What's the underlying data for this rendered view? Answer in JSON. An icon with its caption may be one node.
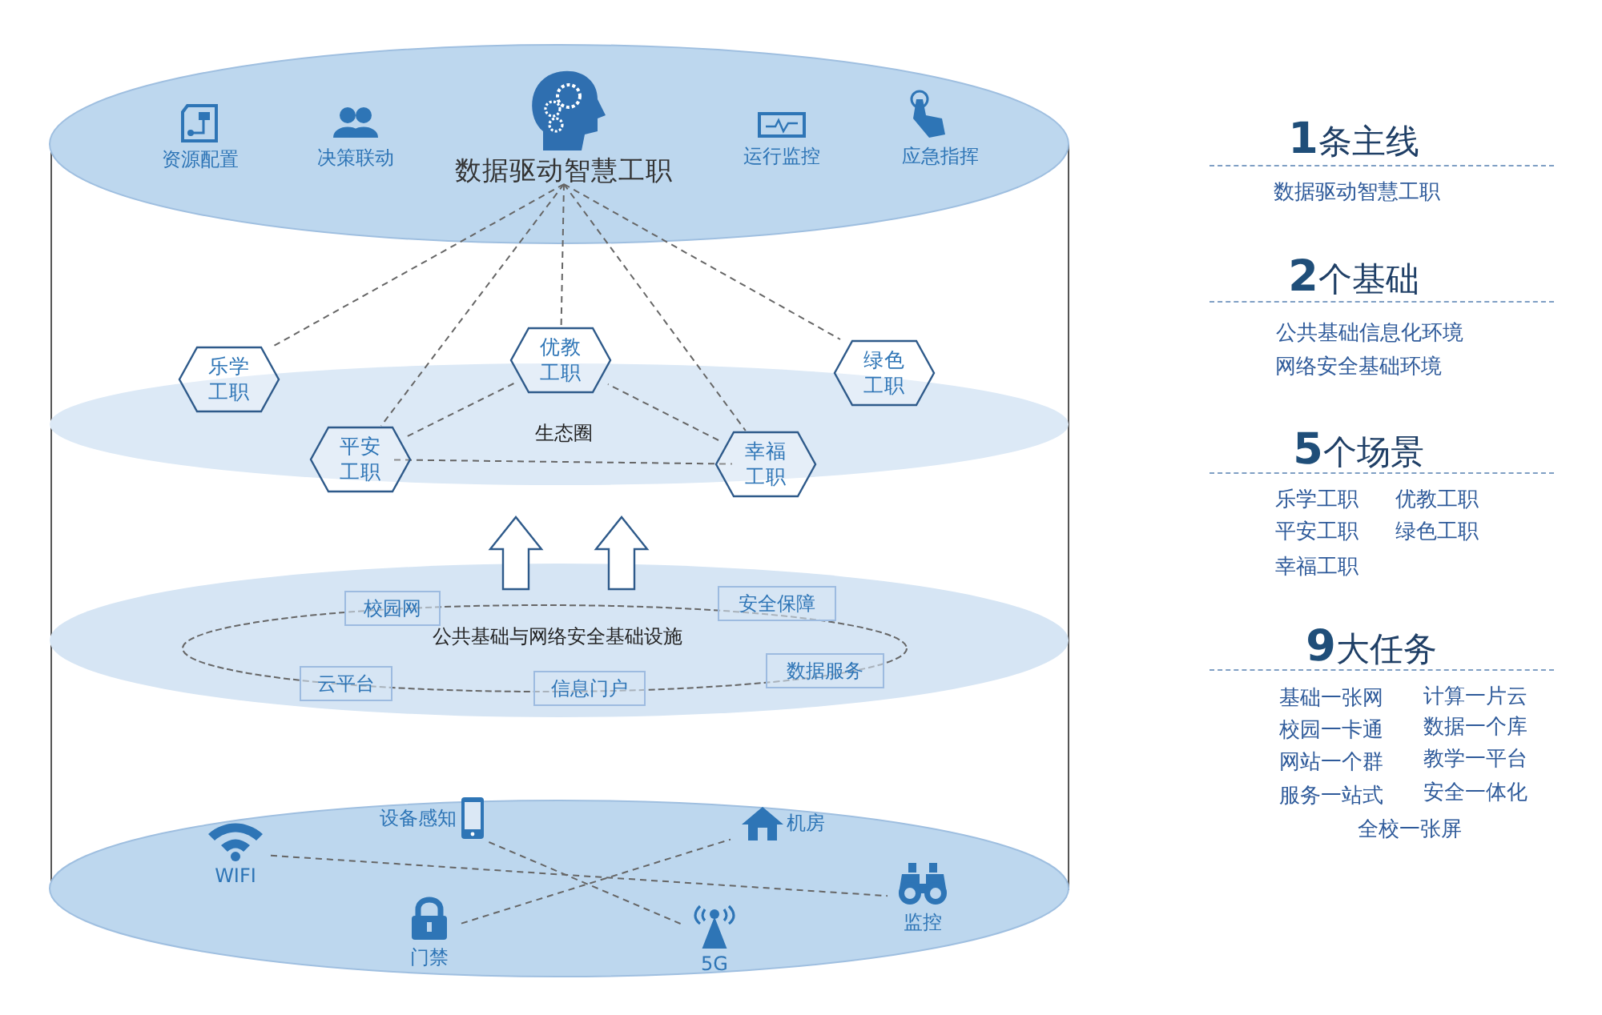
{
  "diagram": {
    "nodes": [
      {
        "text": [
          "数据驱动智慧工职"
        ]
      },
      {
        "text": [
          "乐学工职"
        ]
      },
      {
        "text": [
          "优教工职"
        ]
      },
      {
        "text": [
          "绿色工职"
        ]
      },
      {
        "text": [
          "平安工职"
        ]
      },
      {
        "text": [
          "幸福工职"
        ]
      },
      {
        "text": [
          "校园网"
        ]
      },
      {
        "text": [
          "安全保障"
        ]
      },
      {
        "text": [
          "云平台"
        ]
      },
      {
        "text": [
          "信息门户"
        ]
      },
      {
        "text": [
          "数据服务"
        ]
      },
      {
        "text": [
          "WIFI"
        ]
      },
      {
        "text": [
          "设备感知"
        ]
      },
      {
        "text": [
          "机房"
        ]
      },
      {
        "text": [
          "门禁"
        ]
      },
      {
        "text": [
          "5G"
        ]
      },
      {
        "text": [
          "监控"
        ]
      }
    ],
    "edges": [
      {
        "from": 0,
        "to": 1,
        "arrow": "none",
        "style": "dashed"
      },
      {
        "from": 0,
        "to": 4,
        "arrow": "none",
        "style": "dashed"
      },
      {
        "from": 0,
        "to": 2,
        "arrow": "none",
        "style": "dashed"
      },
      {
        "from": 0,
        "to": 5,
        "arrow": "none",
        "style": "dashed"
      },
      {
        "from": 0,
        "to": 3,
        "arrow": "none",
        "style": "dashed"
      },
      {
        "from": 2,
        "to": 4,
        "arrow": "none",
        "style": "dashed"
      },
      {
        "from": 4,
        "to": 5,
        "arrow": "none",
        "style": "dashed"
      },
      {
        "from": 5,
        "to": 2,
        "arrow": "none",
        "style": "dashed"
      },
      {
        "from": 11,
        "to": 16,
        "arrow": "none",
        "style": "dashed"
      },
      {
        "from": 12,
        "to": 15,
        "arrow": "none",
        "style": "dashed"
      },
      {
        "from": 14,
        "to": 13,
        "arrow": "none",
        "style": "dashed"
      }
    ],
    "labels": [
      "资源配置",
      "决策联动",
      "运行监控",
      "应急指挥",
      "生态圈",
      "公共基础与网络安全基础设施",
      "**1**条主线",
      "数据驱动智慧工职",
      "**2**个基础",
      "公共基础信息化环境",
      "网络安全基础环境",
      "**5**个场景",
      "乐学工职",
      "优教工职",
      "平安工职",
      "绿色工职",
      "幸福工职",
      "**9**大任务",
      "基础一张网",
      "计算一片云",
      "校园一卡通",
      "数据一个库",
      "网站一个群",
      "教学一平台",
      "服务一站式",
      "安全一体化",
      "全校一张屏"
    ]
  }
}
